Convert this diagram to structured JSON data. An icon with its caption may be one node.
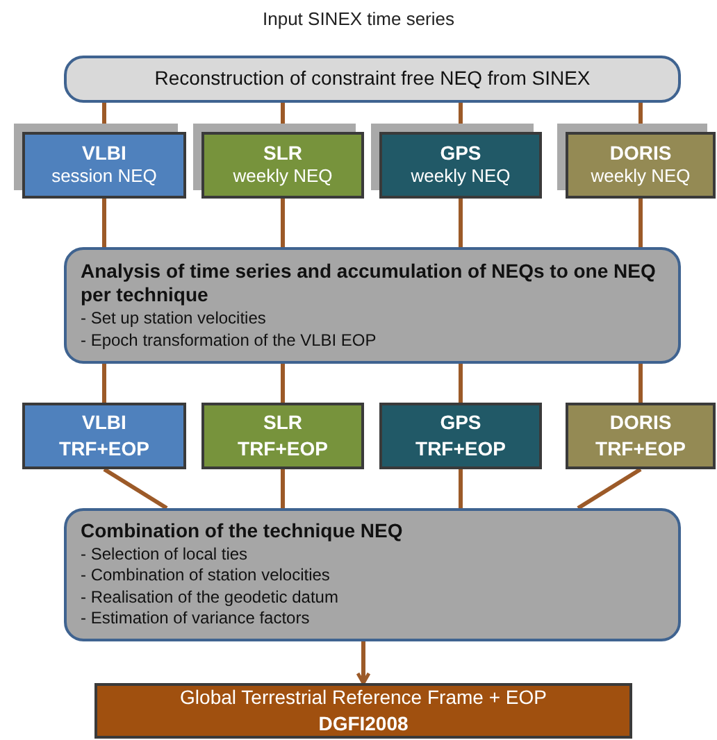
{
  "diagram": {
    "title": "Input SINEX time series",
    "nodes": [
      {
        "text": [
          "Reconstruction of constraint free NEQ from SINEX"
        ]
      },
      {
        "text": [
          "VLBI",
          "session NEQ"
        ]
      },
      {
        "text": [
          "SLR",
          "weekly NEQ"
        ]
      },
      {
        "text": [
          "GPS",
          "weekly NEQ"
        ]
      },
      {
        "text": [
          "DORIS",
          "weekly NEQ"
        ]
      },
      {
        "text": [
          "Analysis of time series and accumulation of NEQs to one NEQ per technique",
          "- Set up station velocities",
          "- Epoch transformation of the VLBI EOP"
        ]
      },
      {
        "text": [
          "VLBI",
          "TRF+EOP"
        ]
      },
      {
        "text": [
          "SLR",
          "TRF+EOP"
        ]
      },
      {
        "text": [
          "GPS",
          "TRF+EOP"
        ]
      },
      {
        "text": [
          "DORIS",
          "TRF+EOP"
        ]
      },
      {
        "text": [
          "Combination of the technique NEQ",
          "- Selection of local ties",
          "- Combination of station velocities",
          "- Realisation of the geodetic datum",
          "- Estimation of variance factors"
        ]
      },
      {
        "text": [
          "Global Terrestrial Reference Frame + EOP",
          "DGFI2008"
        ]
      }
    ],
    "edges": [
      {
        "from": 0,
        "to": 1,
        "arrow": "none"
      },
      {
        "from": 0,
        "to": 2,
        "arrow": "none"
      },
      {
        "from": 0,
        "to": 3,
        "arrow": "none"
      },
      {
        "from": 0,
        "to": 4,
        "arrow": "none"
      },
      {
        "from": 1,
        "to": 5,
        "arrow": "none"
      },
      {
        "from": 2,
        "to": 5,
        "arrow": "none"
      },
      {
        "from": 3,
        "to": 5,
        "arrow": "none"
      },
      {
        "from": 4,
        "to": 5,
        "arrow": "none"
      },
      {
        "from": 5,
        "to": 6,
        "arrow": "none"
      },
      {
        "from": 5,
        "to": 7,
        "arrow": "none"
      },
      {
        "from": 5,
        "to": 8,
        "arrow": "none"
      },
      {
        "from": 5,
        "to": 9,
        "arrow": "none"
      },
      {
        "from": 6,
        "to": 10,
        "arrow": "none"
      },
      {
        "from": 7,
        "to": 10,
        "arrow": "none"
      },
      {
        "from": 8,
        "to": 10,
        "arrow": "none"
      },
      {
        "from": 9,
        "to": 10,
        "arrow": "none"
      },
      {
        "from": 10,
        "to": 11,
        "arrow": "to"
      }
    ]
  }
}
